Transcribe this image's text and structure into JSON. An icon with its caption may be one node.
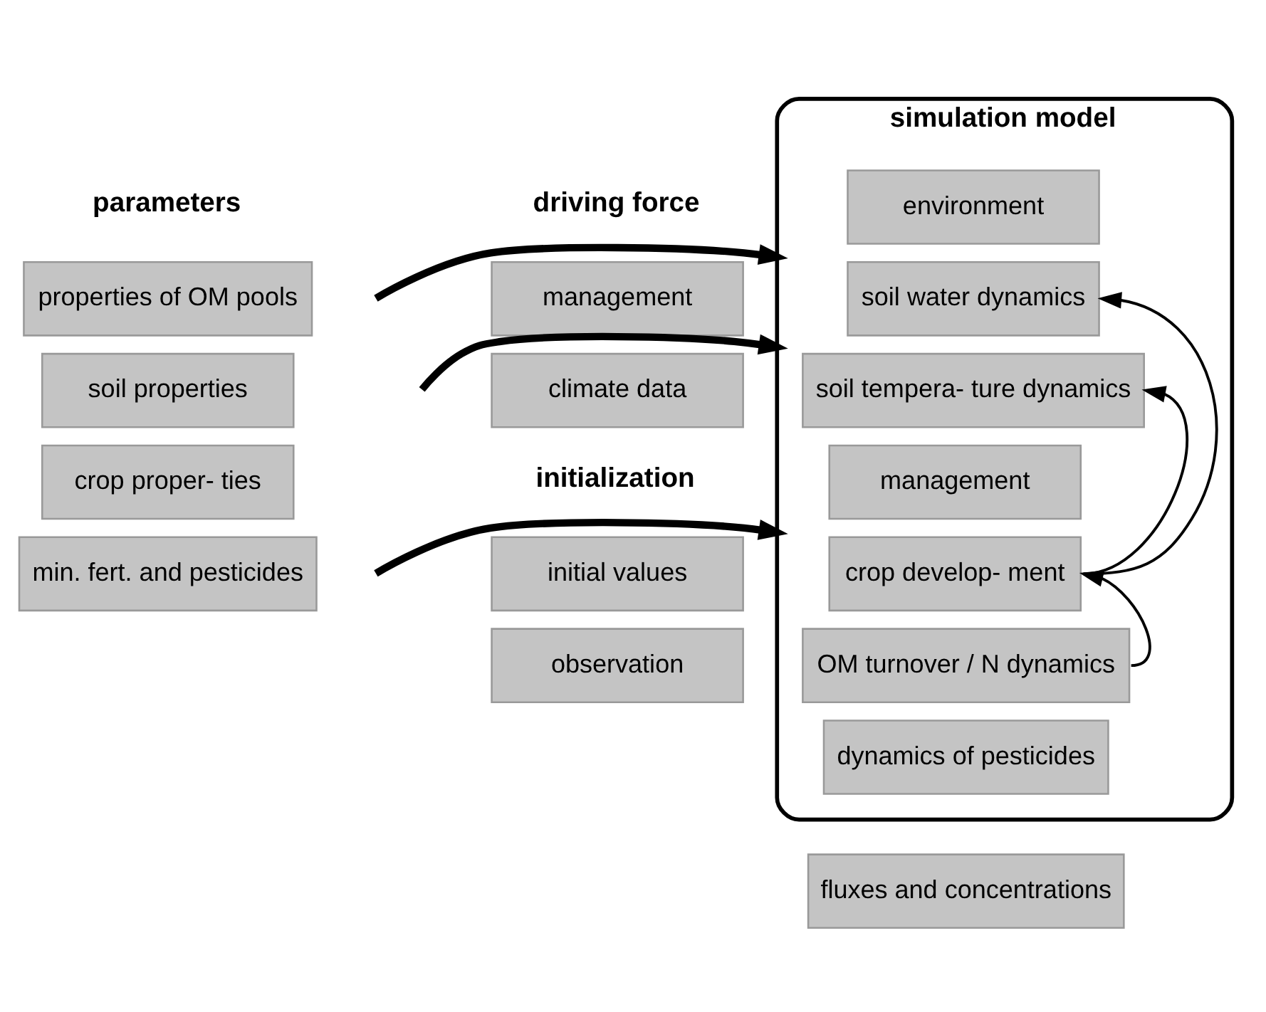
{
  "diagram": {
    "nodes": [
      {
        "text": [
          "simulation model"
        ]
      },
      {
        "text": [
          "environment"
        ],
        "in": 0
      },
      {
        "text": [
          "soil water dynamics"
        ],
        "in": 0
      },
      {
        "text": [
          "soil tempera- ture dynamics"
        ],
        "in": 0
      },
      {
        "text": [
          "management"
        ],
        "in": 0
      },
      {
        "text": [
          "crop develop- ment"
        ],
        "in": 0
      },
      {
        "text": [
          "OM turnover / N dynamics"
        ],
        "in": 0
      },
      {
        "text": [
          "dynamics of pesticides"
        ],
        "in": 0
      },
      {
        "text": [
          "properties of OM pools"
        ]
      },
      {
        "text": [
          "soil properties"
        ]
      },
      {
        "text": [
          "crop proper- ties"
        ]
      },
      {
        "text": [
          "min. fert. and pesticides"
        ]
      },
      {
        "text": [
          "management"
        ]
      },
      {
        "text": [
          "climate data"
        ]
      },
      {
        "text": [
          "initial values"
        ]
      },
      {
        "text": [
          "observation"
        ]
      },
      {
        "text": [
          "fluxes and concentrations"
        ]
      }
    ],
    "edges": [
      {
        "from": null,
        "to": 0,
        "arrow": "to",
        "style": "thick"
      },
      {
        "from": null,
        "to": 0,
        "arrow": "to",
        "style": "thick"
      },
      {
        "from": null,
        "to": 0,
        "arrow": "to",
        "style": "thick"
      },
      {
        "from": 5,
        "to": 2,
        "arrow": "to"
      },
      {
        "from": 5,
        "to": 3,
        "arrow": "to"
      },
      {
        "from": 6,
        "to": 5,
        "arrow": "to"
      }
    ],
    "labels": [
      "parameters",
      "driving force",
      "initialization"
    ]
  }
}
